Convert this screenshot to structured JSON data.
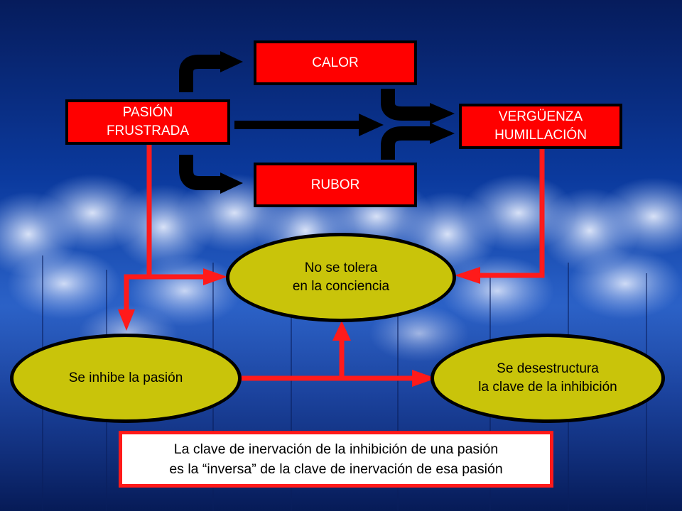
{
  "boxes": {
    "calor": "CALOR",
    "rubor": "RUBOR",
    "pasion": "PASIÓN\nFRUSTRADA",
    "verguenza": "VERGÜENZA\nHUMILLACIÓN"
  },
  "ovals": {
    "no_tolera": "No se tolera\n en la conciencia",
    "inhibe": "Se inhibe la pasión",
    "desestructura": "Se desestructura\nla clave de la inhibición"
  },
  "note": "La clave de inervación de la inhibición de una pasión\n es la “inversa” de la clave de inervación de esa pasión",
  "colors": {
    "box_fill": "#ff0000",
    "oval_fill": "#c9c40a",
    "connector": "#ff1a1a",
    "arrow": "#000000",
    "sky": "#0a2f8a",
    "note_fill": "#ffffff"
  }
}
